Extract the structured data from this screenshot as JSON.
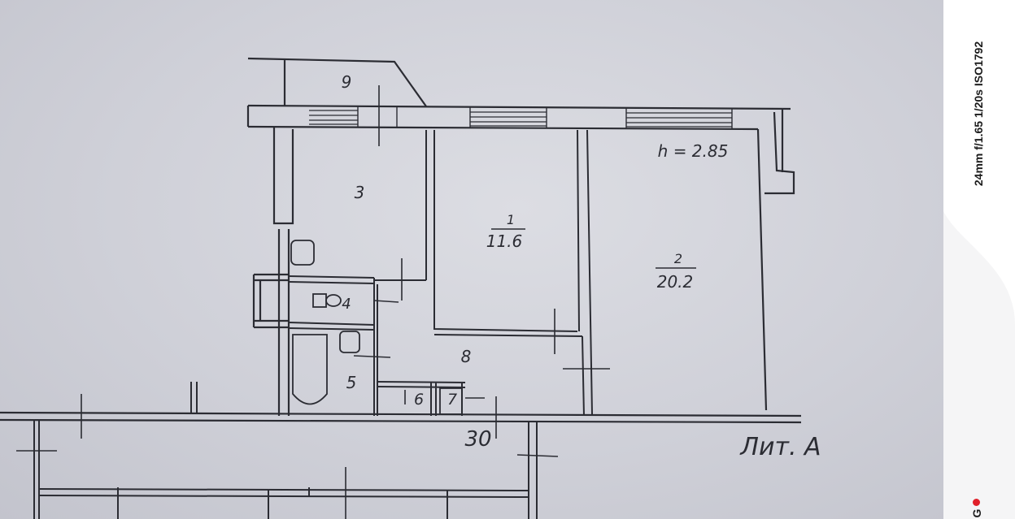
{
  "plan": {
    "ceiling_height": "h = 2.85",
    "rooms": [
      {
        "number": "1",
        "area": "11.6"
      },
      {
        "number": "2",
        "area": "20.2"
      },
      {
        "number": "3"
      },
      {
        "number": "4"
      },
      {
        "number": "5"
      },
      {
        "number": "6"
      },
      {
        "number": "7"
      },
      {
        "number": "8"
      },
      {
        "number": "9"
      }
    ],
    "apartment_number": "30",
    "letter_label": "Лит. А"
  },
  "overlay": {
    "camera_info": "24mm f/1.65 1/20s ISO1792",
    "brand_letter": "G",
    "colors": {
      "paper": "#cfd0d7",
      "ink": "#2b2c33",
      "strip": "#ffffff",
      "brand_dot": "#e0202a"
    }
  }
}
